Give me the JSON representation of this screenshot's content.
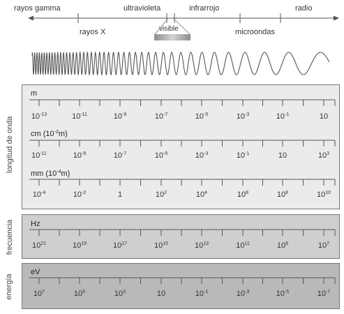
{
  "spectrum": {
    "top_bands": [
      "rayos gamma",
      "ultravioleta",
      "infrarrojo",
      "radio"
    ],
    "bottom_bands": [
      "rayos X",
      "microondas"
    ],
    "visible_label": "visible"
  },
  "side_labels": {
    "length": "longitud de onda",
    "frequency": "frecuencia",
    "energy": "energía"
  },
  "scales": {
    "m": {
      "title": "m",
      "values": [
        {
          "b": "10",
          "e": "-13"
        },
        {
          "b": "10",
          "e": "-11"
        },
        {
          "b": "10",
          "e": "-9"
        },
        {
          "b": "10",
          "e": "-7"
        },
        {
          "b": "10",
          "e": "-5"
        },
        {
          "b": "10",
          "e": "-3"
        },
        {
          "b": "10",
          "e": "-1"
        },
        {
          "b": "10",
          "e": ""
        }
      ]
    },
    "cm": {
      "title_pre": "cm (10",
      "title_exp": "-2",
      "title_post": "m)",
      "values": [
        {
          "b": "10",
          "e": "-11"
        },
        {
          "b": "10",
          "e": "-9"
        },
        {
          "b": "10",
          "e": "-7"
        },
        {
          "b": "10",
          "e": "-5"
        },
        {
          "b": "10",
          "e": "-3"
        },
        {
          "b": "10",
          "e": "-1"
        },
        {
          "b": "10",
          "e": ""
        },
        {
          "b": "10",
          "e": "3"
        }
      ]
    },
    "mm": {
      "title_pre": "mm (10",
      "title_exp": "-4",
      "title_post": "m)",
      "values": [
        {
          "b": "10",
          "e": "-4"
        },
        {
          "b": "10",
          "e": "-2"
        },
        {
          "b": "1",
          "e": ""
        },
        {
          "b": "10",
          "e": "2"
        },
        {
          "b": "10",
          "e": "4"
        },
        {
          "b": "10",
          "e": "8"
        },
        {
          "b": "10",
          "e": "8"
        },
        {
          "b": "10",
          "e": "10"
        }
      ]
    },
    "hz": {
      "title": "Hz",
      "values": [
        {
          "b": "10",
          "e": "21"
        },
        {
          "b": "10",
          "e": "19"
        },
        {
          "b": "10",
          "e": "17"
        },
        {
          "b": "10",
          "e": "15"
        },
        {
          "b": "10",
          "e": "13"
        },
        {
          "b": "10",
          "e": "11"
        },
        {
          "b": "10",
          "e": "9"
        },
        {
          "b": "10",
          "e": "7"
        }
      ]
    },
    "ev": {
      "title": "eV",
      "values": [
        {
          "b": "10",
          "e": "7"
        },
        {
          "b": "10",
          "e": "5"
        },
        {
          "b": "10",
          "e": "3"
        },
        {
          "b": "10",
          "e": ""
        },
        {
          "b": "10",
          "e": "-1"
        },
        {
          "b": "10",
          "e": "-3"
        },
        {
          "b": "10",
          "e": "-5"
        },
        {
          "b": "10",
          "e": "-7"
        }
      ]
    }
  }
}
